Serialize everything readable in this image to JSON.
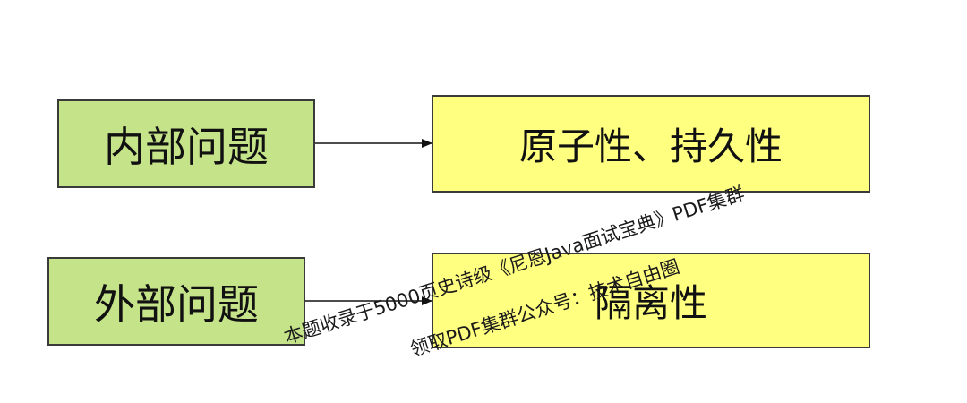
{
  "diagram": {
    "nodes": {
      "internal": "内部问题",
      "external": "外部问题",
      "atomic_durable": "原子性、持久性",
      "isolation": "隔离性"
    },
    "edges": [
      {
        "from": "internal",
        "to": "atomic_durable"
      },
      {
        "from": "external",
        "to": "isolation"
      }
    ],
    "colors": {
      "source_fill": "#c5e48a",
      "target_fill": "#ffff80",
      "border": "#3a3a3a"
    }
  },
  "watermark": {
    "line1": "本题收录于5000页史诗级《尼恩Java面试宝典》PDF集群",
    "line2": "领取PDF集群公众号：技术自由圈"
  }
}
